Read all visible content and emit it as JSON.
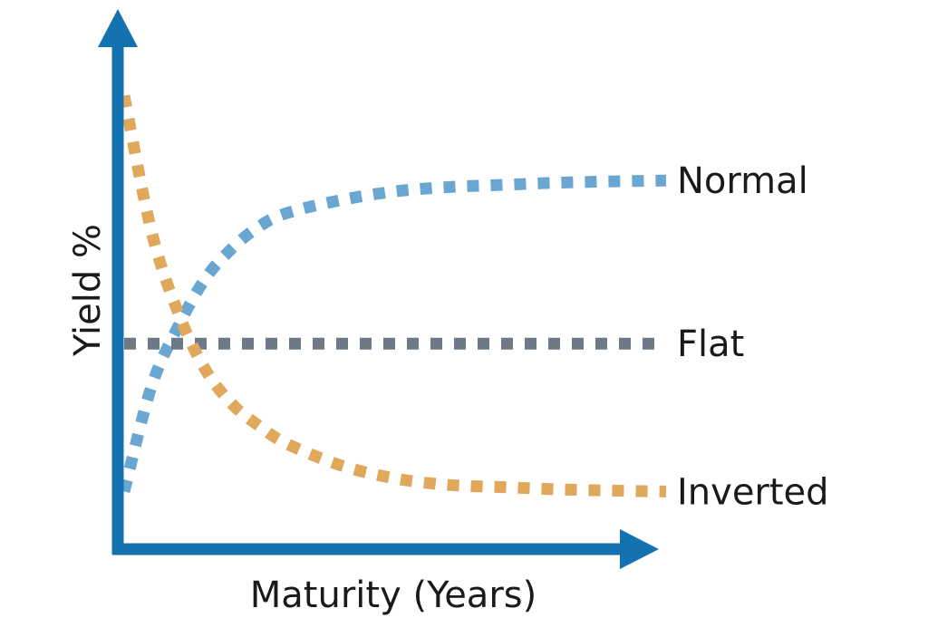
{
  "chart_data": {
    "type": "line",
    "title": "",
    "xlabel": "Maturity (Years)",
    "ylabel": "Yield %",
    "xlim": [
      0,
      10
    ],
    "ylim": [
      0,
      10
    ],
    "grid": false,
    "legend": "inline-right",
    "series": [
      {
        "name": "Normal",
        "color": "#6aa6d2",
        "x": [
          0,
          0.5,
          1,
          1.5,
          2,
          2.5,
          3,
          4,
          5,
          6,
          7,
          8,
          9,
          10
        ],
        "y": [
          1.2,
          3.6,
          5.0,
          6.1,
          6.8,
          7.3,
          7.6,
          7.9,
          8.1,
          8.2,
          8.25,
          8.3,
          8.33,
          8.35
        ]
      },
      {
        "name": "Flat",
        "color": "#6d7a86",
        "x": [
          0,
          10
        ],
        "y": [
          4.6,
          4.6
        ]
      },
      {
        "name": "Inverted",
        "color": "#e0a85a",
        "x": [
          0,
          0.5,
          1,
          1.5,
          2,
          2.5,
          3,
          4,
          5,
          6,
          7,
          8,
          9,
          10
        ],
        "y": [
          10.3,
          7.2,
          5.3,
          4.0,
          3.2,
          2.7,
          2.3,
          1.8,
          1.5,
          1.35,
          1.3,
          1.25,
          1.22,
          1.2
        ]
      }
    ]
  }
}
